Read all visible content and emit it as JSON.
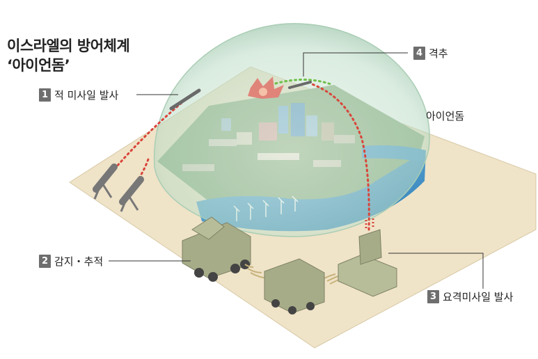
{
  "title": {
    "line1": "이스라엘의 방어체계",
    "line2": "‘아이언돔’"
  },
  "steps": [
    {
      "num": "1",
      "text": "적 미사일 발사"
    },
    {
      "num": "2",
      "text": "감지・추적"
    },
    {
      "num": "3",
      "text": "요격미사일 발사"
    },
    {
      "num": "4",
      "text": "격추"
    }
  ],
  "dome_label": "아이언돔",
  "colors": {
    "step_badge": "#6e6e6e",
    "ground": "#efe3c8",
    "dome": "#cfe6d4",
    "water": "#4d9bd0",
    "vehicle": "#a7ac88",
    "trail": "#d9453a"
  }
}
